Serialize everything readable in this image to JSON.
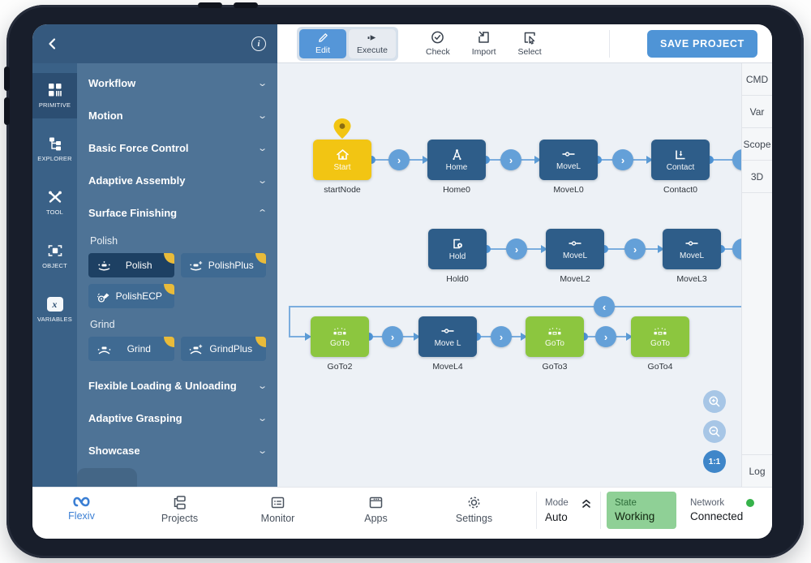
{
  "toolbar": {
    "segments": [
      {
        "label": "Edit",
        "active": true
      },
      {
        "label": "Execute",
        "active": false
      }
    ],
    "tools": [
      {
        "label": "Check"
      },
      {
        "label": "Import"
      },
      {
        "label": "Select"
      }
    ],
    "save_label": "SAVE PROJECT"
  },
  "rail": {
    "items": [
      {
        "label": "PRIMITIVE",
        "active": true
      },
      {
        "label": "EXPLORER",
        "active": false
      },
      {
        "label": "TOOL",
        "active": false
      },
      {
        "label": "OBJECT",
        "active": false
      },
      {
        "label": "VARIABLES",
        "active": false
      }
    ]
  },
  "panel": {
    "sections": [
      {
        "label": "Workflow",
        "state": "collapsed"
      },
      {
        "label": "Motion",
        "state": "collapsed"
      },
      {
        "label": "Basic Force Control",
        "state": "collapsed"
      },
      {
        "label": "Adaptive Assembly",
        "state": "collapsed"
      },
      {
        "label": "Surface Finishing",
        "state": "expanded"
      },
      {
        "label": "Flexible Loading & Unloading",
        "state": "collapsed"
      },
      {
        "label": "Adaptive Grasping",
        "state": "collapsed"
      },
      {
        "label": "Showcase",
        "state": "collapsed"
      }
    ],
    "groups": [
      {
        "label": "Polish",
        "buttons": [
          {
            "label": "Polish",
            "selected": true
          },
          {
            "label": "PolishPlus",
            "selected": false
          },
          {
            "label": "PolishECP",
            "selected": false
          }
        ]
      },
      {
        "label": "Grind",
        "buttons": [
          {
            "label": "Grind",
            "selected": false
          },
          {
            "label": "GrindPlus",
            "selected": false
          }
        ]
      }
    ],
    "chevron_down": "⌄",
    "chevron_up": "⌃"
  },
  "canvas": {
    "nodes": [
      {
        "title": "Start",
        "label": "startNode",
        "type": "start"
      },
      {
        "title": "Home",
        "label": "Home0",
        "type": "motion"
      },
      {
        "title": "MoveL",
        "label": "MoveL0",
        "type": "motion"
      },
      {
        "title": "Contact",
        "label": "Contact0",
        "type": "motion"
      },
      {
        "title": "Hold",
        "label": "Hold0",
        "type": "motion"
      },
      {
        "title": "MoveL",
        "label": "MoveL2",
        "type": "motion"
      },
      {
        "title": "MoveL",
        "label": "MoveL3",
        "type": "motion"
      },
      {
        "title": "GoTo",
        "label": "GoTo2",
        "type": "goto"
      },
      {
        "title": "Move L",
        "label": "MoveL4",
        "type": "motion"
      },
      {
        "title": "GoTo",
        "label": "GoTo3",
        "type": "goto"
      },
      {
        "title": "GoTo",
        "label": "GoTo4",
        "type": "goto"
      }
    ],
    "flow_next": "›",
    "flow_back": "‹",
    "zoom_reset": "1:1"
  },
  "right_tabs": {
    "top": [
      "CMD",
      "Var",
      "Scope",
      "3D"
    ],
    "bottom": [
      "Log"
    ]
  },
  "bottom_nav": {
    "items": [
      {
        "label": "Flexiv",
        "active": true
      },
      {
        "label": "Projects",
        "active": false
      },
      {
        "label": "Monitor",
        "active": false
      },
      {
        "label": "Apps",
        "active": false
      },
      {
        "label": "Settings",
        "active": false
      }
    ]
  },
  "status": {
    "mode": {
      "label": "Mode",
      "value": "Auto"
    },
    "state": {
      "label": "State",
      "value": "Working"
    },
    "network": {
      "label": "Network",
      "value": "Connected"
    }
  },
  "colors": {
    "accent": "#4f94d6",
    "node_dark": "#2e5d89",
    "node_green": "#8cc63f",
    "node_yellow": "#f2c513",
    "state_green": "#8fd096",
    "network_dot": "#36b24a",
    "panel": "#4e7396",
    "rail": "#3a6187",
    "tag_yellow": "#e9bb3a"
  }
}
